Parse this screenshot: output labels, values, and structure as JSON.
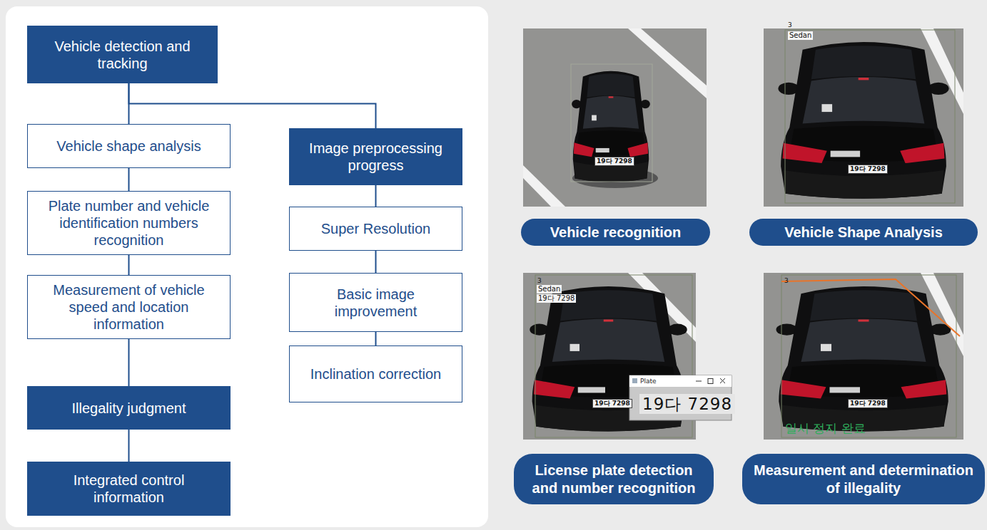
{
  "diagram": {
    "nodes": [
      {
        "text": [
          "Vehicle detection and tracking"
        ]
      },
      {
        "text": [
          "Vehicle shape analysis"
        ]
      },
      {
        "text": [
          "Plate number and vehicle identification numbers recognition"
        ]
      },
      {
        "text": [
          "Measurement of vehicle speed and location information"
        ]
      },
      {
        "text": [
          "Illegality judgment"
        ]
      },
      {
        "text": [
          "Integrated control information"
        ]
      },
      {
        "text": [
          "Image preprocessing progress"
        ]
      },
      {
        "text": [
          "Super Resolution"
        ]
      },
      {
        "text": [
          "Basic image improvement"
        ]
      },
      {
        "text": [
          "Inclination correction"
        ]
      },
      {
        "text": [
          "Vehicle recognition"
        ]
      },
      {
        "text": [
          "Vehicle Shape Analysis"
        ]
      },
      {
        "text": [
          "License plate detection and number recognition"
        ]
      },
      {
        "text": [
          "Measurement and determination of illegality"
        ]
      }
    ],
    "edges": [
      {
        "from": 0,
        "to": 1,
        "arrow": "none"
      },
      {
        "from": 0,
        "to": 6,
        "arrow": "none"
      },
      {
        "from": 1,
        "to": 2,
        "arrow": "none"
      },
      {
        "from": 2,
        "to": 3,
        "arrow": "none"
      },
      {
        "from": 3,
        "to": 4,
        "arrow": "none"
      },
      {
        "from": 4,
        "to": 5,
        "arrow": "none"
      },
      {
        "from": 6,
        "to": 7,
        "arrow": "none"
      },
      {
        "from": 7,
        "to": 8,
        "arrow": "none"
      },
      {
        "from": 8,
        "to": 9,
        "arrow": "none"
      }
    ],
    "labels": [
      "19다 7298",
      "3",
      "Sedan",
      "19다 7298",
      "3",
      "Sedan",
      "19다 7298",
      "19다 7298",
      "Plate",
      "19다 7298",
      "3",
      "19다 7298",
      "일시 정지 완료"
    ]
  }
}
